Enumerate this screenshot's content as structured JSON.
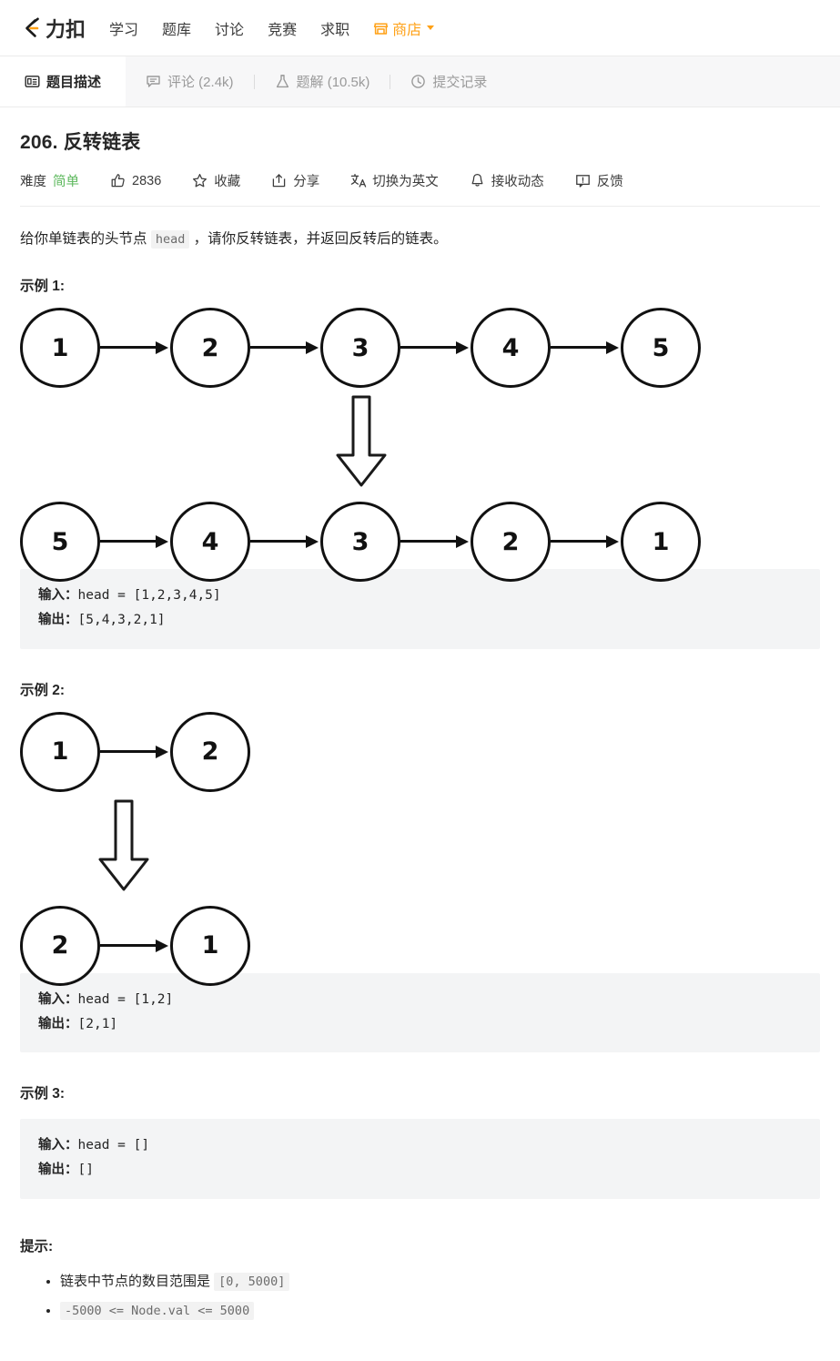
{
  "nav": {
    "logo_text": "力扣",
    "logo_icon": "leetcode-logo-icon",
    "items": [
      {
        "label": "学习"
      },
      {
        "label": "题库"
      },
      {
        "label": "讨论"
      },
      {
        "label": "竞赛"
      },
      {
        "label": "求职"
      }
    ],
    "store": {
      "label": "商店",
      "icon": "store-icon",
      "color": "#ffa116"
    }
  },
  "tabs": [
    {
      "label": "题目描述",
      "icon": "description-icon",
      "active": true
    },
    {
      "label": "评论 (2.4k)",
      "icon": "comment-icon",
      "active": false
    },
    {
      "label": "题解 (10.5k)",
      "icon": "flask-icon",
      "active": false
    },
    {
      "label": "提交记录",
      "icon": "clock-icon",
      "active": false
    }
  ],
  "problem": {
    "title": "206. 反转链表",
    "meta": {
      "difficulty_label": "难度",
      "difficulty_value": "简单",
      "difficulty_color": "#5cb85c",
      "likes": "2836",
      "favorite": "收藏",
      "share": "分享",
      "translate": "切换为英文",
      "subscribe": "接收动态",
      "feedback": "反馈"
    },
    "description": {
      "part1": "给你单链表的头节点 ",
      "code": "head",
      "part2": " ，请你反转链表，并返回反转后的链表。"
    }
  },
  "examples": [
    {
      "heading": "示例 1:",
      "diagram": {
        "before": [
          "1",
          "2",
          "3",
          "4",
          "5"
        ],
        "after": [
          "5",
          "4",
          "3",
          "2",
          "1"
        ],
        "arrow": "block-down-arrow"
      },
      "code": {
        "input_label": "输入：",
        "input_value": "head = [1,2,3,4,5]",
        "output_label": "输出：",
        "output_value": "[5,4,3,2,1]"
      }
    },
    {
      "heading": "示例 2:",
      "diagram": {
        "before": [
          "1",
          "2"
        ],
        "after": [
          "2",
          "1"
        ],
        "arrow": "block-down-arrow"
      },
      "code": {
        "input_label": "输入：",
        "input_value": "head = [1,2]",
        "output_label": "输出：",
        "output_value": "[2,1]"
      }
    },
    {
      "heading": "示例 3:",
      "diagram": null,
      "code": {
        "input_label": "输入：",
        "input_value": "head = []",
        "output_label": "输出：",
        "output_value": "[]"
      }
    }
  ],
  "hints": {
    "heading": "提示:",
    "items": [
      {
        "text": "链表中节点的数目范围是 ",
        "code": "[0, 5000]"
      },
      {
        "text": "",
        "code": "-5000 <= Node.val <= 5000"
      }
    ]
  }
}
